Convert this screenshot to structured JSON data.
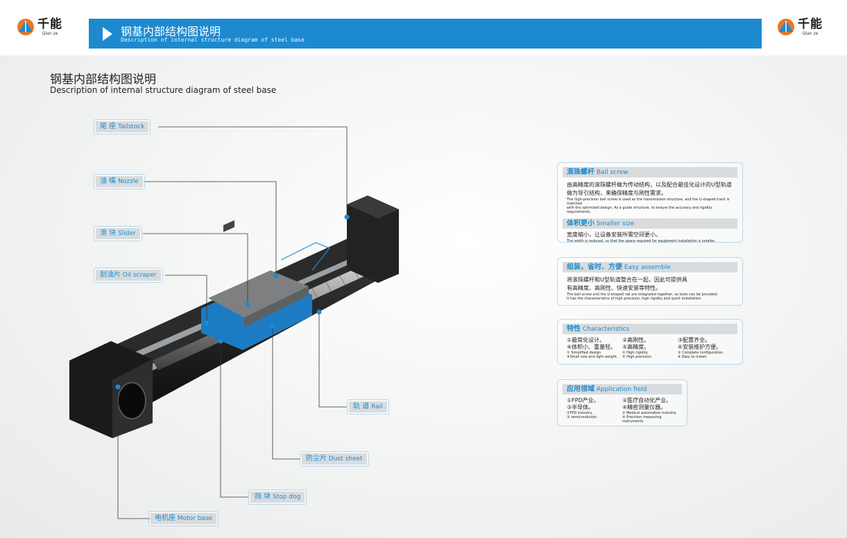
{
  "brand": {
    "cn": "千能",
    "en": "Qian ze",
    "color": "#1d8ad0"
  },
  "banner": {
    "title": "钢基内部结构图说明",
    "subtitle": "Description of internal structure diagram of steel base"
  },
  "heading": {
    "title": "钢基内部结构图说明",
    "subtitle": "Description of internal structure diagram of steel base"
  },
  "labels": {
    "tailstock": {
      "cn": "尾 座",
      "en": "Tailstock"
    },
    "nozzle": {
      "cn": "油 嘴",
      "en": "Nozzle"
    },
    "slider": {
      "cn": "滑 块",
      "en": "Slider"
    },
    "oil_scraper": {
      "cn": "刮油片",
      "en": "Oil scraper"
    },
    "rail": {
      "cn": "轨 道",
      "en": "Rail"
    },
    "dust_sheet": {
      "cn": "防尘片",
      "en": "Dust sheet"
    },
    "stop_dog": {
      "cn": "挡 块",
      "en": "Stop dog"
    },
    "motor_base": {
      "cn": "电机座",
      "en": "Motor base"
    }
  },
  "panels": {
    "ball_screw": {
      "title_cn": "滚珠螺杆",
      "title_en": "Ball screw",
      "body1": "由高精度的滚珠螺杆做为传动结构，以及配合最佳化设计的U型轨道",
      "body2": "做为导引结构，来确保精度与刚性需求。",
      "en1": "The high-precision ball screw is used as the transmission structure, and the U-shaped track is matched",
      "en2": "with the optimized design. As a guide structure, to ensure the accuracy and rigidity requirements."
    },
    "smaller": {
      "title_cn": "体积更小",
      "title_en": "Smaller size",
      "body": "宽度缩小，让设备安装所需空间更小。",
      "en": "The width is reduced, so that the space required for equipment installation is smaller."
    },
    "assemble": {
      "title_cn": "组装，省时、方便",
      "title_en": "Easy assemble",
      "body1": "将滚珠螺杆和U型轨道整合在一起，因此可提供具",
      "body2": "有高精度、高刚性、快速安装等特性。",
      "en1": "The ball screw and the U-shaped rail are integrated together, so tools can be provided.",
      "en2": "It has the characteristics of high precision, high rigidity and quick installation."
    },
    "characteristics": {
      "title_cn": "特性",
      "title_en": "Characteristics",
      "c1": "①最简化设计。",
      "c2": "②高刚性。",
      "c3": "③配置齐全。",
      "c4": "④体积小、重量轻。",
      "c5": "⑤高精度。",
      "c6": "⑥安装维护方便。",
      "e1": "① Simplified design.",
      "e2": "② High rigidity.",
      "e3": "③ Complete configuration.",
      "e4": "④Small size and light weight.",
      "e5": "⑤ High precision.",
      "e6": "⑥ Easy to install."
    },
    "application": {
      "title_cn": "应用领域",
      "title_en": "Application field",
      "a1": "①FPD产业。",
      "a2": "②医疗自动化产业。",
      "a3": "③半导体。",
      "a4": "④精密测量仪器。",
      "e1": "①FPD industry.",
      "e2": "② Medical automation industry.",
      "e3": "③ semiconductor.",
      "e4": "④ Precision measuring instruments."
    }
  }
}
